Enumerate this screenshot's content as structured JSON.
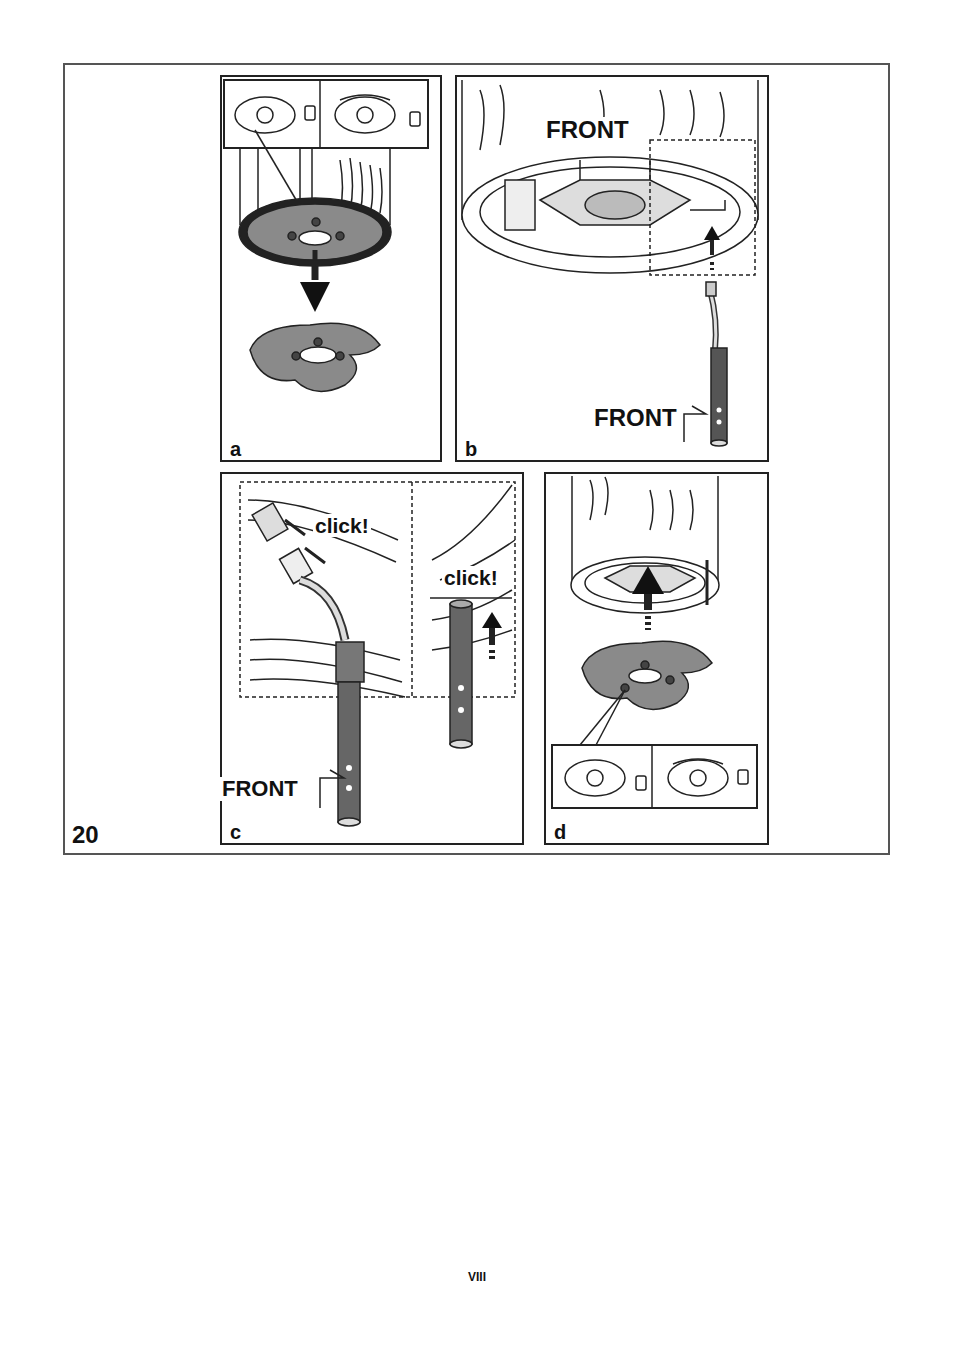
{
  "diagram": {
    "nodes": [
      {
        "text": [
          "20"
        ]
      },
      {
        "text": [
          "a"
        ],
        "in": 0
      },
      {
        "text": [
          "b"
        ],
        "in": 0
      },
      {
        "text": [
          "c"
        ],
        "in": 0
      },
      {
        "text": [
          "d"
        ],
        "in": 0
      }
    ],
    "labels": [
      "FRONT",
      "FRONT",
      "click!",
      "click!",
      "FRONT",
      "VIII"
    ]
  }
}
